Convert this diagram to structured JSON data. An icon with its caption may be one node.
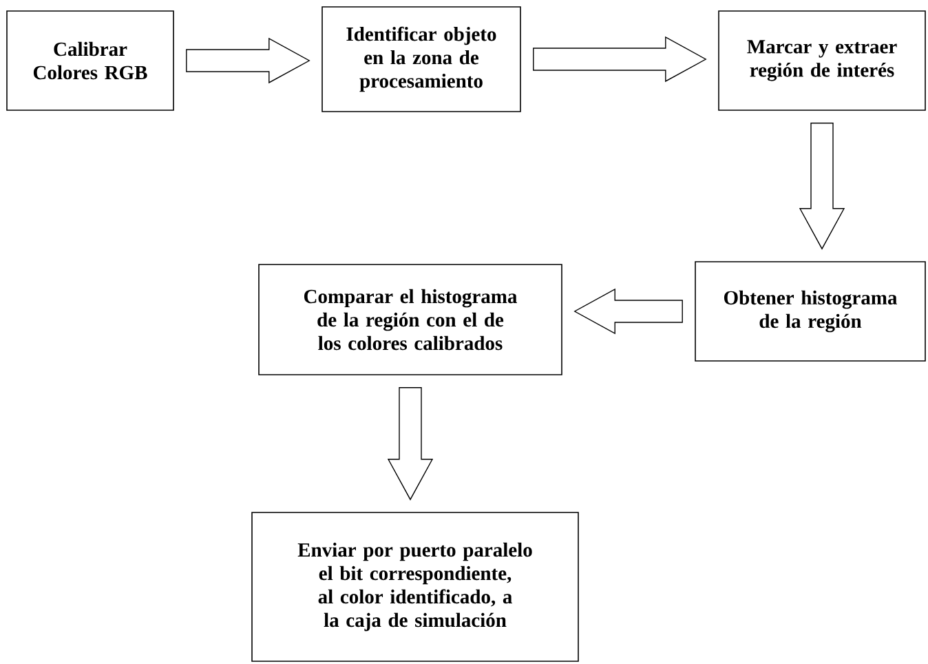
{
  "diagram": {
    "nodes": [
      {
        "text": [
          "Calibrar Colores RGB"
        ]
      },
      {
        "text": [
          "Identificar objeto en la zona de procesamiento"
        ]
      },
      {
        "text": [
          "Marcar y extraer región de interés"
        ]
      },
      {
        "text": [
          "Obtener histograma de la región"
        ]
      },
      {
        "text": [
          "Comparar el histograma de la región con el de los colores calibrados"
        ]
      },
      {
        "text": [
          "Enviar por puerto paralelo el bit correspondiente, al color identificado, a la caja de simulación"
        ]
      }
    ],
    "edges": [
      {
        "from": 0,
        "to": 1,
        "arrow": "to"
      },
      {
        "from": 1,
        "to": 2,
        "arrow": "to"
      },
      {
        "from": 2,
        "to": 3,
        "arrow": "to"
      },
      {
        "from": 3,
        "to": 4,
        "arrow": "to"
      },
      {
        "from": 4,
        "to": 5,
        "arrow": "to"
      }
    ]
  }
}
